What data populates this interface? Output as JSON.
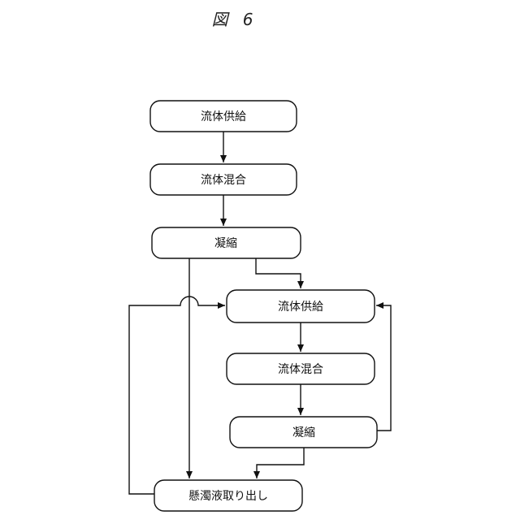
{
  "figure": {
    "title": "図 6"
  },
  "steps": {
    "supply_1": "流体供給",
    "mix_1": "流体混合",
    "condense_1": "凝縮",
    "supply_2": "流体供給",
    "mix_2": "流体混合",
    "condense_2": "凝縮",
    "extract": "懸濁液取り出し"
  }
}
